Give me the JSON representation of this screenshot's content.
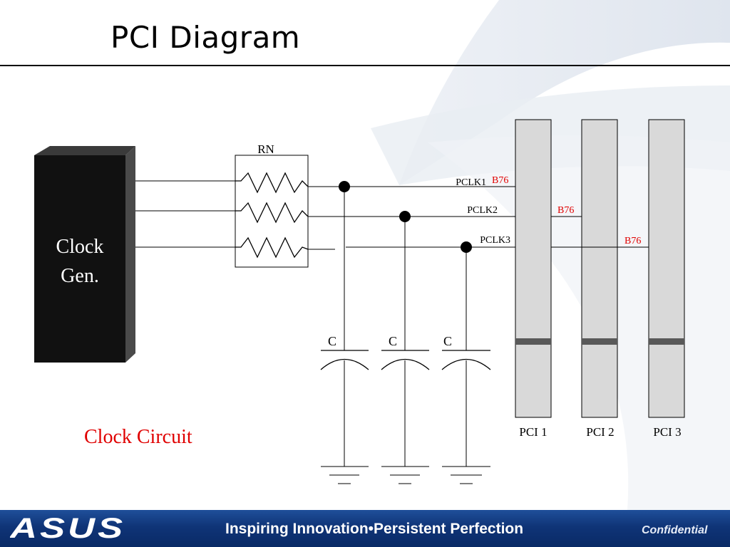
{
  "slide": {
    "title": "PCI Diagram",
    "caption": "Clock Circuit",
    "footer": {
      "tagline": "Inspiring Innovation•Persistent Perfection",
      "confidential": "Confidential",
      "logo": "ASUS"
    }
  },
  "diagram": {
    "clock_gen": {
      "line1": "Clock",
      "line2": "Gen."
    },
    "resistor_network": {
      "label": "RN"
    },
    "signals": [
      {
        "name": "PCLK1",
        "termination": "B76"
      },
      {
        "name": "PCLK2",
        "termination": "B76"
      },
      {
        "name": "PCLK3",
        "termination": "B76"
      }
    ],
    "capacitors": [
      "C",
      "C",
      "C"
    ],
    "slots": [
      "PCI 1",
      "PCI 2",
      "PCI 3"
    ]
  },
  "colors": {
    "accent_red": "#e00000",
    "footer_blue": "#0f3477",
    "slot_fill": "#d9d9d9"
  }
}
